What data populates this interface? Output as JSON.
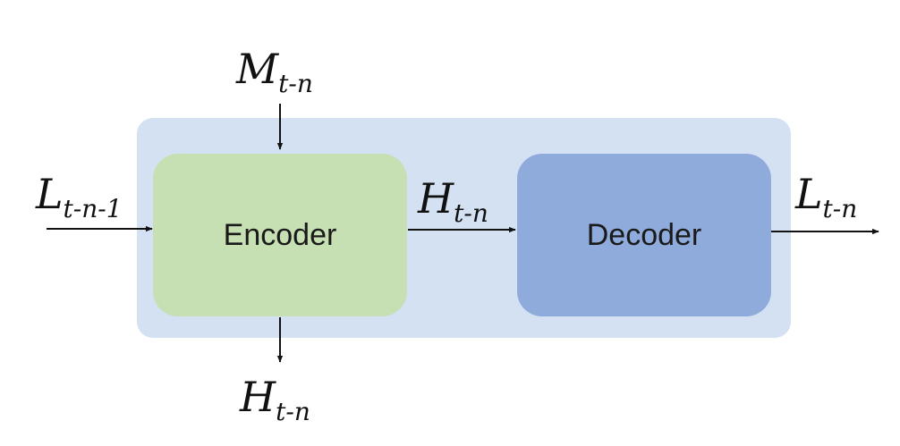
{
  "blocks": {
    "encoder": {
      "label": "Encoder"
    },
    "decoder": {
      "label": "Decoder"
    }
  },
  "signals": {
    "input_prev_latent": {
      "base": "L",
      "sub": "t-n-1"
    },
    "input_memory": {
      "base": "M",
      "sub": "t-n"
    },
    "hidden_mid": {
      "base": "H",
      "sub": "t-n"
    },
    "hidden_out": {
      "base": "H",
      "sub": "t-n"
    },
    "output_latent": {
      "base": "L",
      "sub": "t-n"
    }
  },
  "colors": {
    "container_fill": "#d3e1f3",
    "encoder_fill": "#c6dfb3",
    "decoder_fill": "#8eabdc",
    "arrow": "#111111"
  }
}
